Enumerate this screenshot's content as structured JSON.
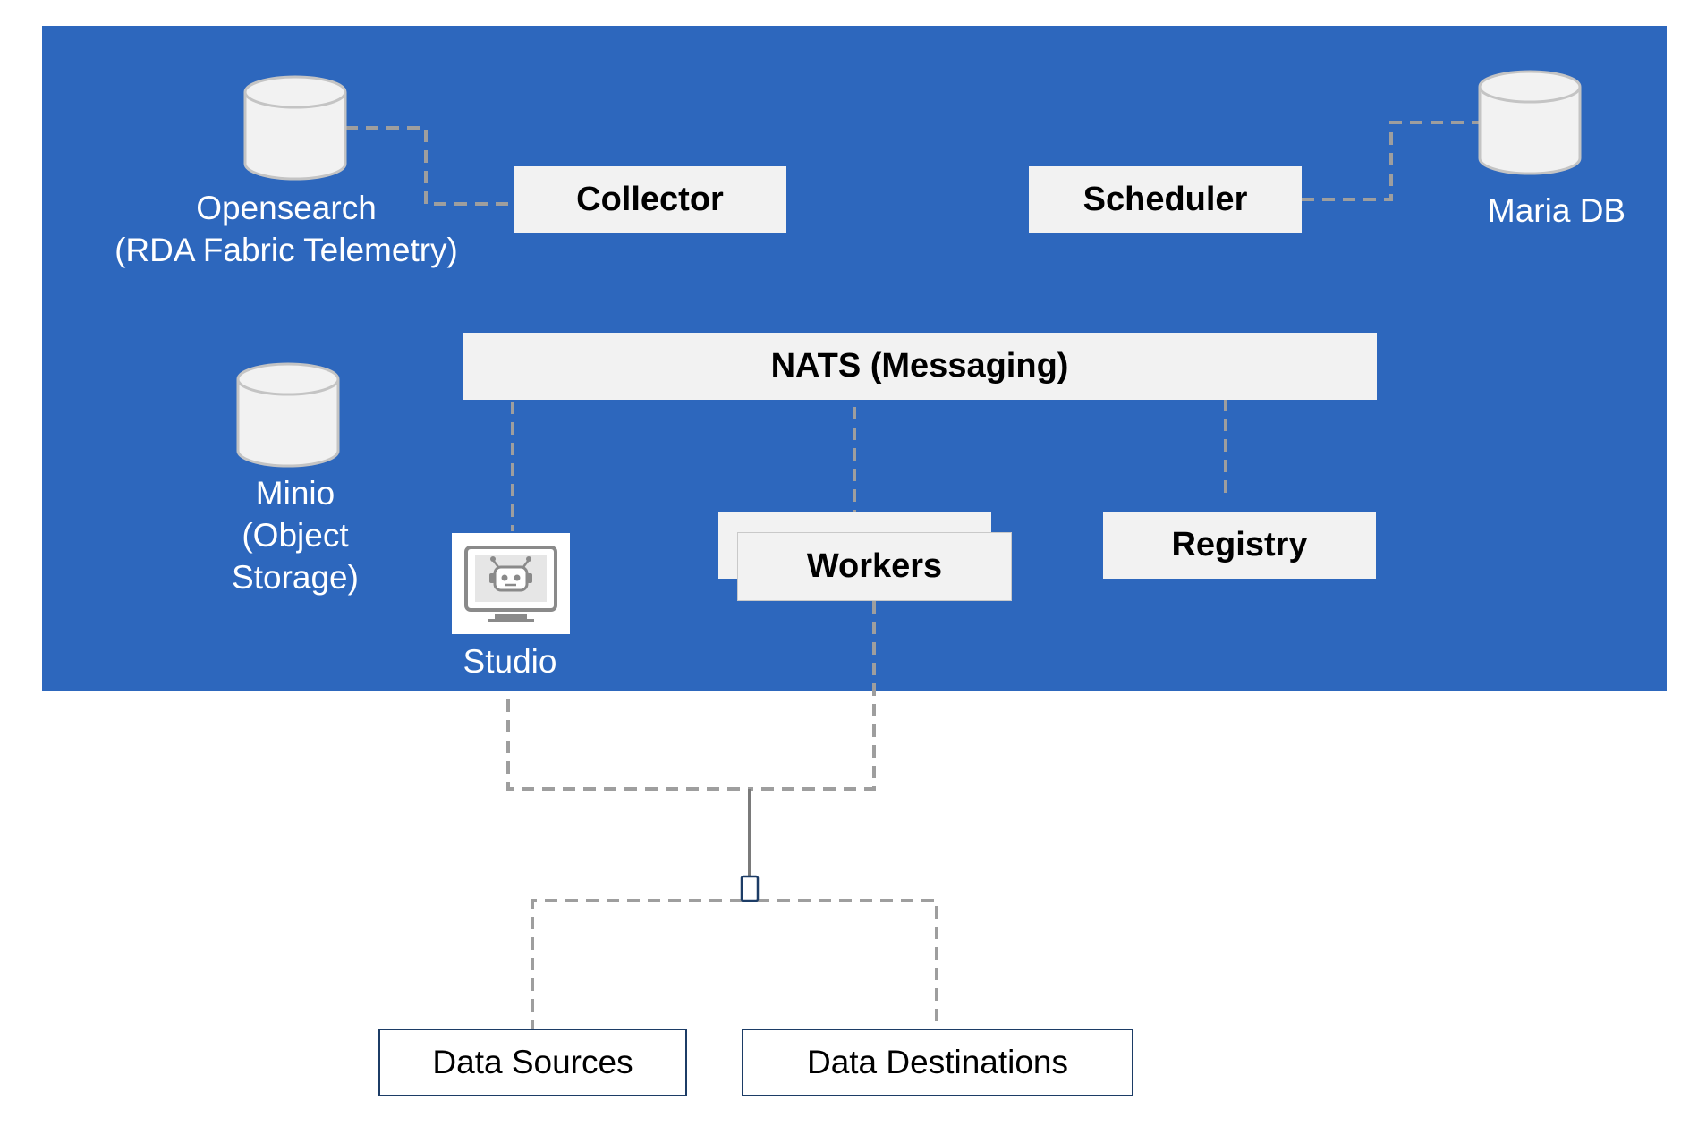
{
  "colors": {
    "panel_background": "#2d67bd",
    "box_background": "#f2f2f2",
    "connector": "#9e9e9e",
    "destination_border": "#1c3c66"
  },
  "components": {
    "collector": "Collector",
    "scheduler": "Scheduler",
    "nats": "NATS (Messaging)",
    "workers": "Workers",
    "registry": "Registry"
  },
  "datastores": {
    "opensearch_line1": "Opensearch",
    "opensearch_line2": "(RDA Fabric Telemetry)",
    "mariadb": "Maria DB",
    "minio_line1": "Minio",
    "minio_line2": "(Object",
    "minio_line3": "Storage)"
  },
  "studio": {
    "label": "Studio",
    "icon": "robot-monitor-icon"
  },
  "external": {
    "data_sources": "Data Sources",
    "data_destinations": "Data Destinations"
  }
}
